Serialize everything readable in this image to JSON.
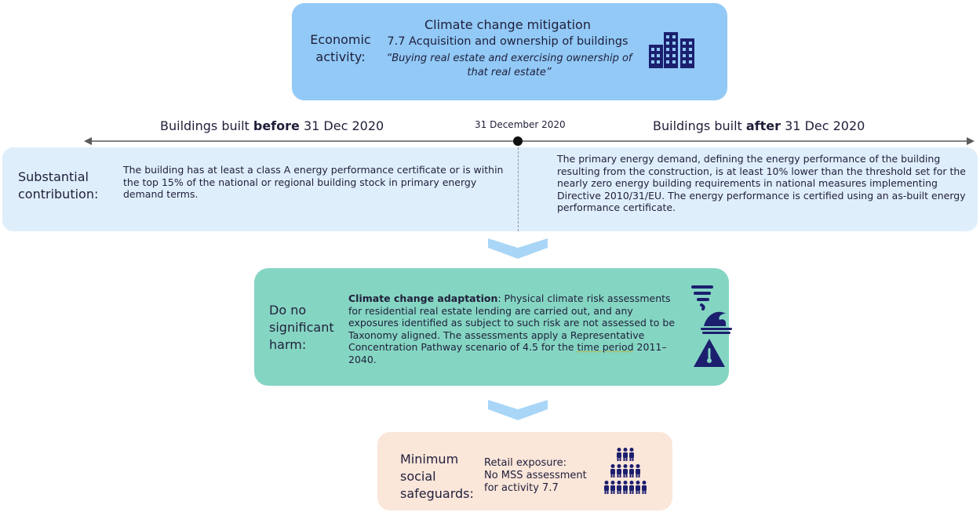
{
  "activity": {
    "label_line1": "Economic",
    "label_line2": "activity:",
    "title": "Climate change mitigation",
    "subtitle": "7.7 Acquisition and ownership of buildings",
    "quote": "“Buying real estate and exercising ownership of that real estate”",
    "icon": "buildings-icon"
  },
  "timeline": {
    "left_pre": "Buildings built ",
    "left_bold": "before",
    "left_post": " 31 Dec 2020",
    "mid": "31 December 2020",
    "right_pre": "Buildings built ",
    "right_bold": "after",
    "right_post": " 31 Dec 2020"
  },
  "substantial_contribution": {
    "label_line1": "Substantial",
    "label_line2": "contribution:",
    "before_text": "The building has at least a class A energy performance certificate or is within the top 15% of the national or regional building stock in primary energy demand terms.",
    "after_text": "The primary energy demand, defining the energy performance of the building resulting from the construction, is at least 10% lower than the threshold set for the nearly zero energy building requirements in national measures implementing Directive 2010/31/EU. The energy performance is certified using an as-built energy performance certificate."
  },
  "dnsh": {
    "label_line1": "Do no",
    "label_line2": "significant",
    "label_line3": "harm:",
    "text_bold": "Climate change adaptation",
    "text_rest": ": Physical climate risk assessments for residential real estate lending are carried out, and any exposures identified as subject to such risk are not assessed to be Taxonomy aligned. The assessments apply a Representative Concentration Pathway scenario of 4.5 for the ",
    "text_underlined": "time period",
    "text_end": " 2011–2040.",
    "icons": [
      "tornado-icon",
      "wave-icon",
      "thermometer-warning-icon"
    ]
  },
  "mss": {
    "label_line1": "Minimum",
    "label_line2": "social",
    "label_line3": "safeguards:",
    "text_line1": "Retail exposure:",
    "text_line2": "No MSS assessment",
    "text_line3": "for activity 7.7",
    "icon": "people-group-icon"
  },
  "colors": {
    "activity_box": "#92c9f7",
    "contribution_box": "#dfeefb",
    "dnsh_box": "#85d5c3",
    "mss_box": "#fbe6da",
    "chevron": "#a9d6f7",
    "icon": "#1b1f6e"
  }
}
